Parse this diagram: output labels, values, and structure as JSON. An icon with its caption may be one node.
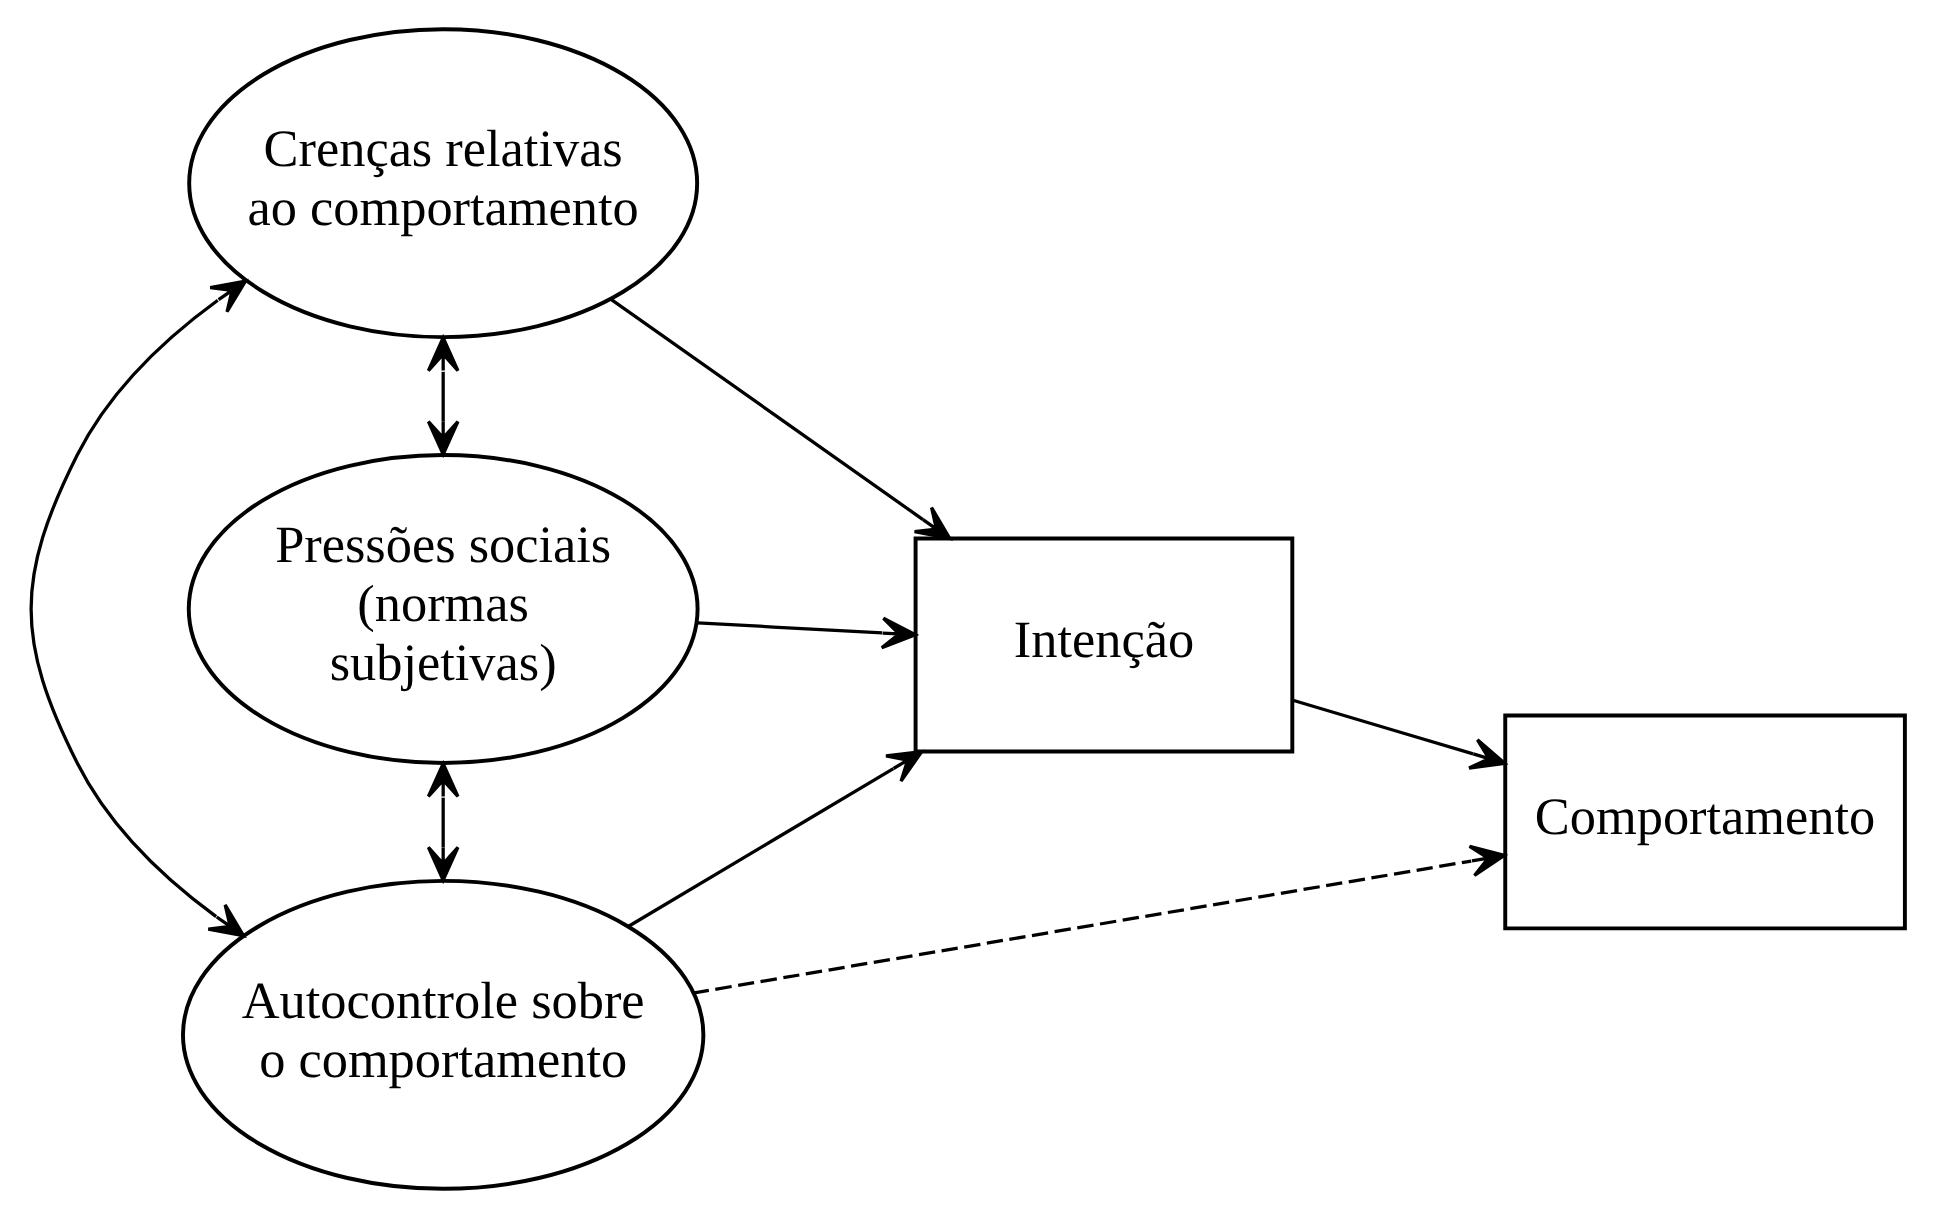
{
  "diagram": {
    "nodes": [
      {
        "text": [
          "Crenças relativas ao comportamento"
        ]
      },
      {
        "text": [
          "Pressões sociais (normas subjetivas)"
        ]
      },
      {
        "text": [
          "Autocontrole sobre o comportamento"
        ]
      },
      {
        "text": [
          "Intenção"
        ]
      },
      {
        "text": [
          "Comportamento"
        ]
      }
    ],
    "edges": [
      {
        "from": 0,
        "to": 2,
        "arrow": "both"
      },
      {
        "from": 0,
        "to": 1,
        "arrow": "both"
      },
      {
        "from": 1,
        "to": 2,
        "arrow": "both"
      },
      {
        "from": 0,
        "to": 3,
        "arrow": "to"
      },
      {
        "from": 1,
        "to": 3,
        "arrow": "to"
      },
      {
        "from": 2,
        "to": 3,
        "arrow": "to"
      },
      {
        "from": 3,
        "to": 4,
        "arrow": "to"
      },
      {
        "from": 2,
        "to": 4,
        "arrow": "to",
        "style": "dashed"
      }
    ]
  }
}
